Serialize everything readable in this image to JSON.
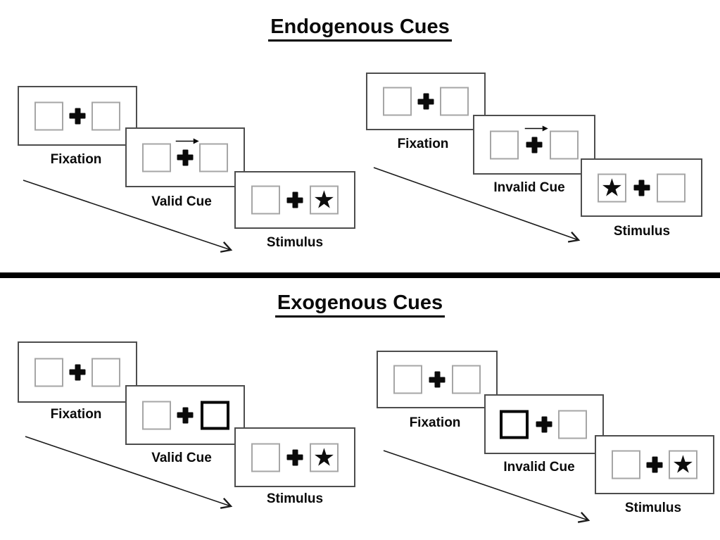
{
  "sections": [
    {
      "title": "Endogenous Cues",
      "cascades": [
        {
          "name": "valid-trial",
          "panels": [
            {
              "label": "Fixation",
              "cue": "none",
              "star": "none"
            },
            {
              "label": "Valid Cue",
              "cue": "arrow-right-above-cross",
              "star": "none"
            },
            {
              "label": "Stimulus",
              "cue": "none",
              "star": "right"
            }
          ]
        },
        {
          "name": "invalid-trial",
          "panels": [
            {
              "label": "Fixation",
              "cue": "none",
              "star": "none"
            },
            {
              "label": "Invalid Cue",
              "cue": "arrow-right-above-cross",
              "star": "none"
            },
            {
              "label": "Stimulus",
              "cue": "none",
              "star": "left"
            }
          ]
        }
      ]
    },
    {
      "title": "Exogenous Cues",
      "cascades": [
        {
          "name": "valid-trial",
          "panels": [
            {
              "label": "Fixation",
              "cue": "none",
              "star": "none"
            },
            {
              "label": "Valid Cue",
              "cue": "bold-box-right",
              "star": "none"
            },
            {
              "label": "Stimulus",
              "cue": "none",
              "star": "right"
            }
          ]
        },
        {
          "name": "invalid-trial",
          "panels": [
            {
              "label": "Fixation",
              "cue": "none",
              "star": "none"
            },
            {
              "label": "Invalid Cue",
              "cue": "bold-box-left",
              "star": "none"
            },
            {
              "label": "Stimulus",
              "cue": "none",
              "star": "right"
            }
          ]
        }
      ]
    }
  ],
  "glyphs": {
    "star": "★",
    "fixation_cross": "+",
    "cue_arrow": "→"
  },
  "colors": {
    "background": "#ffffff",
    "ink": "#000000",
    "panel_border": "#4d4d4d",
    "box_border": "#a6a6a6",
    "divider": "#000000"
  }
}
